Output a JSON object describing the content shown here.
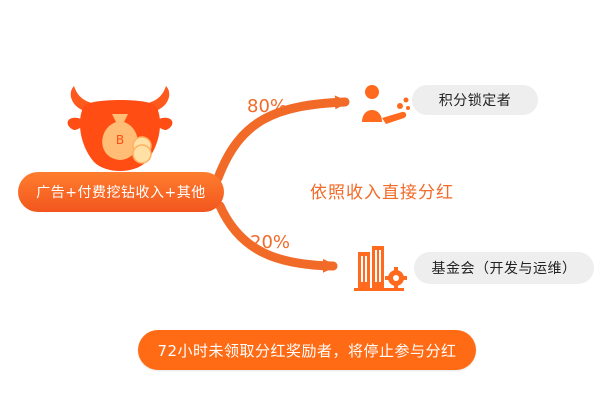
{
  "source": {
    "label": "广告+付费挖钻收入+其他"
  },
  "branches": [
    {
      "percent": "80%",
      "label": "积分锁定者",
      "icon": "person-receiving-coins-icon"
    },
    {
      "percent": "20%",
      "label": "基金会（开发与运维）",
      "icon": "building-gear-icon"
    }
  ],
  "center_text": "依照收入直接分红",
  "note": "72小时未领取分红奖励者，将停止参与分红",
  "mascot": {
    "icon": "bull-mascot-icon",
    "coin_letter": "B"
  },
  "colors": {
    "accent": "#f26a28",
    "pill_bg": "#eeeeee",
    "note_bg": "#ff6a14"
  }
}
